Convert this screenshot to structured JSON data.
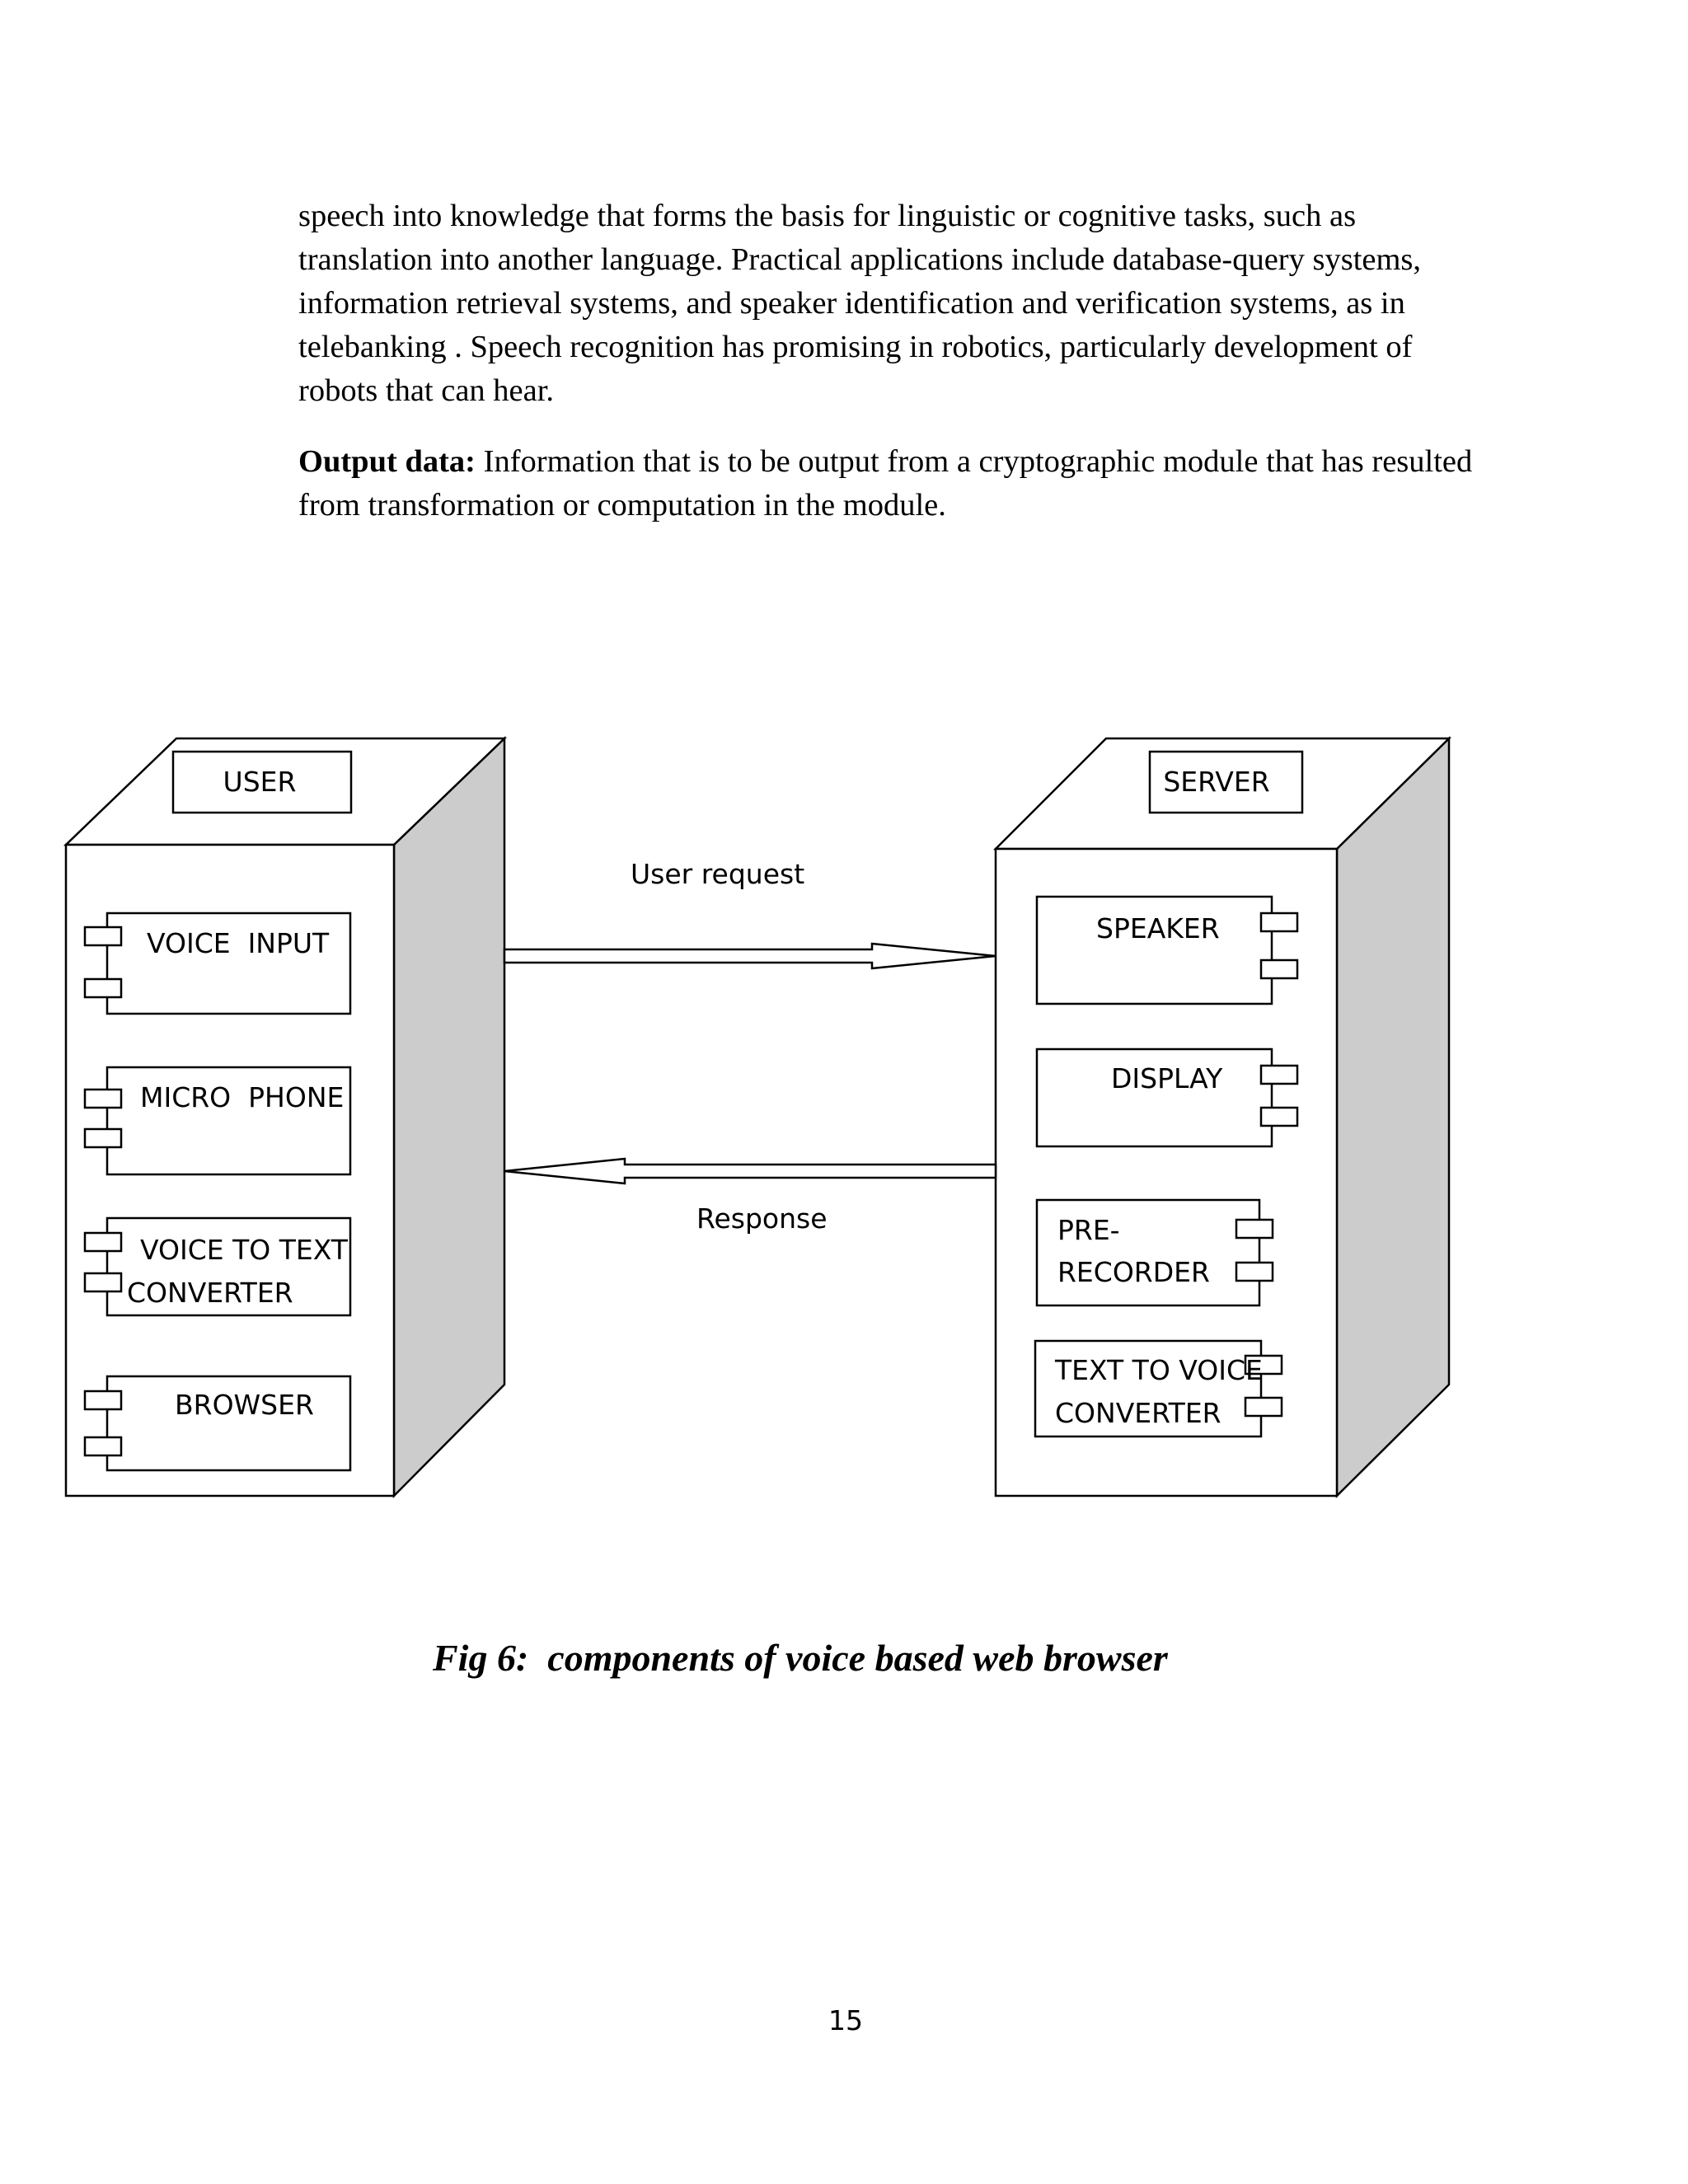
{
  "text": {
    "paragraph1": "speech into knowledge that forms the basis for linguistic or cognitive tasks, such as translation into another language. Practical applications include database-query systems, information retrieval systems, and speaker identification and verification systems, as in telebanking . Speech recognition has promising in robotics, particularly development of robots that can hear.",
    "paragraph2_label": "Output data:",
    "paragraph2_body": " Information that is to be output from a cryptographic module that has resulted from transformation or computation in the module."
  },
  "diagram": {
    "user_node": {
      "title": "USER",
      "components": [
        {
          "line1": "VOICE  INPUT",
          "line2": ""
        },
        {
          "line1": "MICRO  PHONE",
          "line2": ""
        },
        {
          "line1": "VOICE TO TEXT",
          "line2": "CONVERTER"
        },
        {
          "line1": "BROWSER",
          "line2": ""
        }
      ]
    },
    "server_node": {
      "title": "SERVER",
      "components": [
        {
          "line1": "SPEAKER",
          "line2": ""
        },
        {
          "line1": "DISPLAY",
          "line2": ""
        },
        {
          "line1": "PRE-",
          "line2": "RECORDER"
        },
        {
          "line1": "TEXT TO VOICE",
          "line2": "CONVERTER"
        }
      ]
    },
    "request_label": "User request",
    "response_label": "Response",
    "side_face_color": "#cccccc"
  },
  "caption": "Fig 6:  components of voice based web browser",
  "page_number": "15"
}
